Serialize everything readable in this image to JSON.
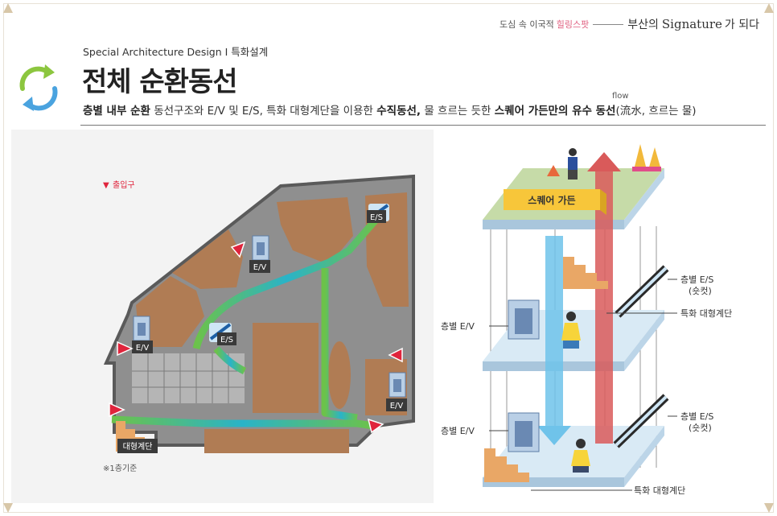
{
  "header": {
    "tagline_prefix": "도심 속 이국적",
    "tagline_pink": "힐링스팟",
    "brand_prefix": "부산의",
    "brand_signature": "Signature",
    "brand_suffix": "가 되다"
  },
  "section": {
    "subtitle": "Special Architecture Design Ι 특화설계",
    "title": "전체 순환동선",
    "flow_note": "flow",
    "description": {
      "b1": "층별 내부 순환",
      "t1": " 동선구조와 E/V 및 E/S, 특화 대형계단을 이용한 ",
      "b2": "수직동선,",
      "t2": " 물 흐르는 듯한 ",
      "b3": "스퀘어 가든만의 유수 동선",
      "t3": "(流水, 흐르는 물)"
    }
  },
  "floorplan": {
    "legend_marker": "▼",
    "legend_label": "출입구",
    "labels": {
      "es_top": "E/S",
      "ev_top": "E/V",
      "ev_left": "E/V",
      "es_mid": "E/S",
      "ev_right": "E/V",
      "stairs": "대형계단"
    },
    "note": "※1층기준"
  },
  "diagram": {
    "garden_label": "스퀘어 가든",
    "es_upper": "층별 E/S",
    "es_upper_sub": "(숏컷)",
    "stairs_upper": "특화 대형계단",
    "ev_upper": "층별 E/V",
    "ev_lower": "층별 E/V",
    "es_lower": "층별 E/S",
    "es_lower_sub": "(숏컷)",
    "stairs_lower": "특화 대형계단"
  },
  "colors": {
    "path_green": "#6cc24a",
    "path_teal": "#2ab3c8",
    "entrance_red": "#e0243c",
    "floor_brown": "#b07c54",
    "garden_yellow": "#f7c63a",
    "up_arrow_red": "#d95a5a",
    "down_arrow_blue": "#6fc3ea"
  }
}
